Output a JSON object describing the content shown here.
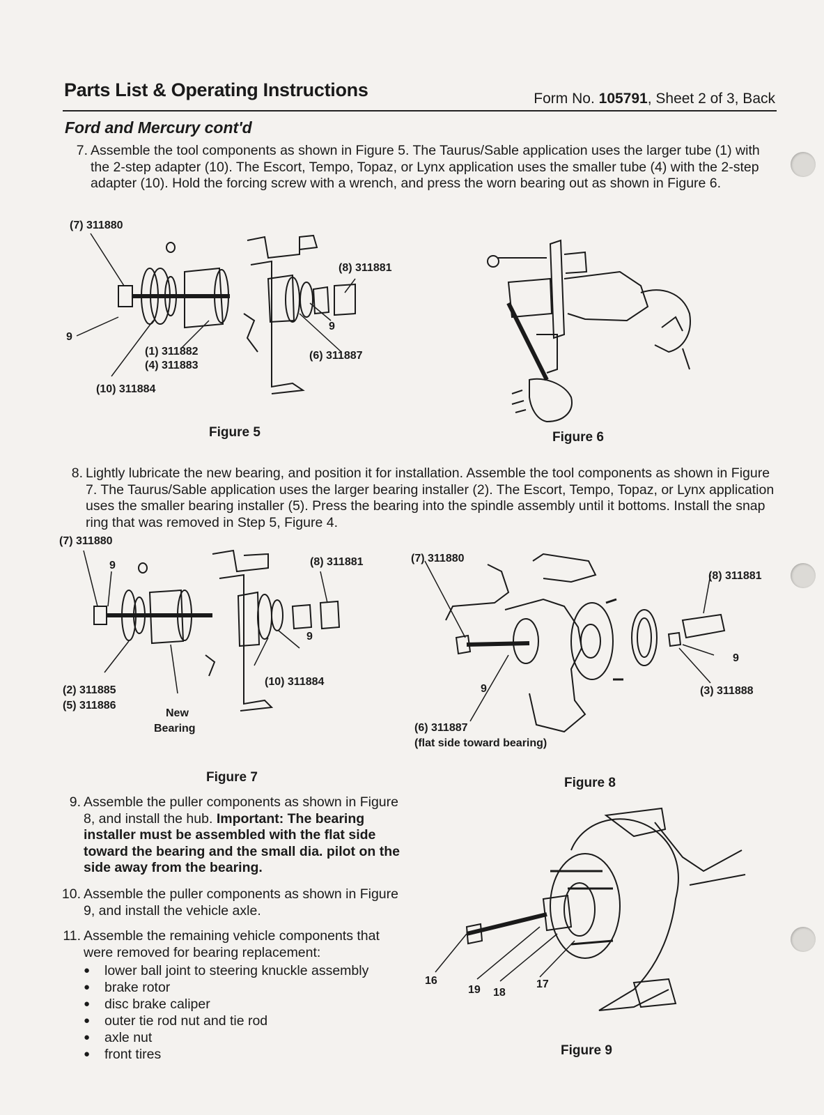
{
  "header": {
    "title": "Parts List & Operating Instructions",
    "form_prefix": "Form No. ",
    "form_number": "105791",
    "form_suffix": ", Sheet 2 of 3, Back"
  },
  "section_title": "Ford and Mercury cont'd",
  "steps": {
    "s7": {
      "num": "7.",
      "text": "Assemble the tool components as shown in Figure 5. The Taurus/Sable application uses the larger tube (1) with the 2-step adapter (10). The Escort, Tempo, Topaz, or Lynx application uses the smaller tube (4) with the 2-step adapter (10). Hold the forcing screw with a wrench, and press the worn bearing out as shown in Figure 6."
    },
    "s8": {
      "num": "8.",
      "text": "Lightly lubricate the new bearing, and position it for installation. Assemble the tool components as shown in Figure 7. The Taurus/Sable application uses the larger bearing installer (2). The Escort, Tempo, Topaz, or Lynx application uses the smaller bearing installer (5). Press the bearing into the spindle assembly until it bottoms. Install the snap ring that was removed in Step 5, Figure 4."
    },
    "s9": {
      "num": "9.",
      "text": "Assemble the puller components as shown in Figure 8, and install the hub. ",
      "important": "Important: The bearing installer must be assembled with the flat side toward the bearing and the small dia. pilot on the side away from the bearing."
    },
    "s10": {
      "num": "10.",
      "text": "Assemble the puller components as shown in Figure 9, and install the vehicle axle."
    },
    "s11": {
      "num": "11.",
      "text": "Assemble the remaining vehicle components that were removed for bearing replacement:",
      "bullets": [
        "lower ball joint to steering knuckle assembly",
        "brake rotor",
        "disc brake caliper",
        "outer tie rod nut and tie rod",
        "axle nut",
        "front tires"
      ]
    }
  },
  "figures": {
    "fig5": {
      "caption": "Figure 5",
      "labels": {
        "l7": "(7) 311880",
        "l8": "(8) 311881",
        "l9a": "9",
        "l9b": "9",
        "l1": "(1) 311882",
        "l4": "(4) 311883",
        "l6": "(6) 311887",
        "l10": "(10) 311884"
      }
    },
    "fig6": {
      "caption": "Figure 6"
    },
    "fig7": {
      "caption": "Figure 7",
      "labels": {
        "l7": "(7) 311880",
        "l9a": "9",
        "l8": "(8) 311881",
        "l9b": "9",
        "l10": "(10) 311884",
        "l2": "(2) 311885",
        "l5": "(5) 311886",
        "lnew1": "New",
        "lnew2": "Bearing"
      }
    },
    "fig8": {
      "caption": "Figure 8",
      "labels": {
        "l7": "(7) 311880",
        "l8": "(8) 311881",
        "l9a": "9",
        "l9b": "9",
        "l3": "(3) 311888",
        "l6": "(6) 311887",
        "lflat": "(flat side toward bearing)"
      }
    },
    "fig9": {
      "caption": "Figure 9",
      "labels": {
        "l16": "16",
        "l19": "19",
        "l18": "18",
        "l17": "17"
      }
    }
  },
  "colors": {
    "ink": "#1a1a1a",
    "paper": "#f4f2ef",
    "hole": "#dcdad6"
  }
}
